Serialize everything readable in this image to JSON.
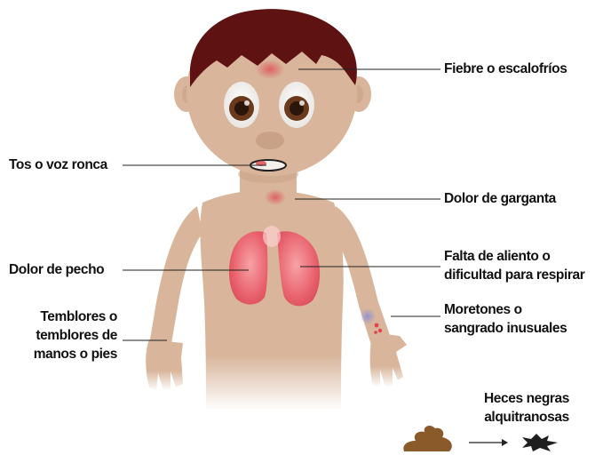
{
  "diagram": {
    "labels": {
      "fever": "Fiebre o escalofríos",
      "cough": "Tos o voz ronca",
      "throat": "Dolor de garganta",
      "chest": "Dolor de pecho",
      "breath": "Falta de aliento o\ndificultad para respirar",
      "tremors": "Temblores o\ntemblores de\nmanos o pies",
      "bruises": "Moretones o\nsangrado inusuales",
      "stool": "Heces negras\nalquitranosas"
    },
    "colors": {
      "skin": "#d8b59b",
      "skin_shadow": "#c9a186",
      "hair": "#5e1212",
      "lungs": "#e8606c",
      "eye_iris": "#6b3a1c",
      "stool": "#8b5a2b",
      "tar_stool": "#1e1e1e",
      "leader_line": "#222222"
    }
  }
}
